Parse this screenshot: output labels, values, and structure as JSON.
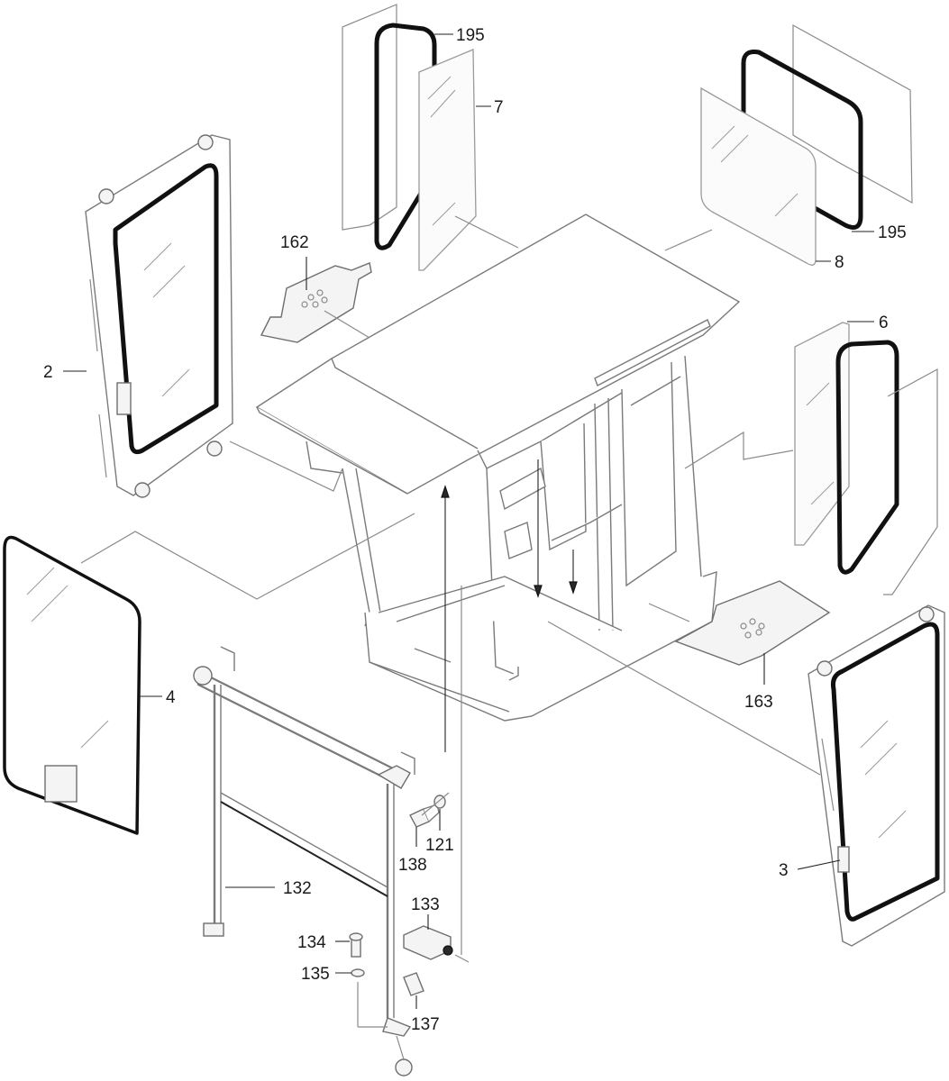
{
  "callouts": {
    "c195_top": "195",
    "c7": "7",
    "c162": "162",
    "c2": "2",
    "c195_right": "195",
    "c8": "8",
    "c6": "6",
    "c163": "163",
    "c4": "4",
    "c121": "121",
    "c138": "138",
    "c132": "132",
    "c133": "133",
    "c134": "134",
    "c135": "135",
    "c137": "137",
    "c3": "3"
  }
}
